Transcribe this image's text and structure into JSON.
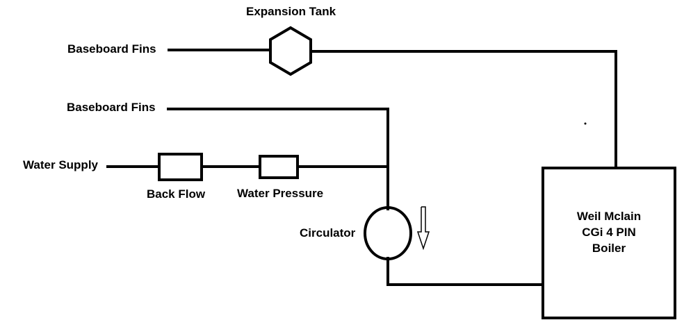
{
  "labels": {
    "expansion_tank": "Expansion Tank",
    "baseboard_fins_top": "Baseboard Fins",
    "baseboard_fins_bottom": "Baseboard Fins",
    "water_supply": "Water Supply",
    "back_flow": "Back Flow",
    "water_pressure": "Water Pressure",
    "circulator": "Circulator"
  },
  "boiler": {
    "line1": "Weil Mclain",
    "line2": "CGi 4 PIN",
    "line3": "Boiler"
  },
  "flow_direction": "down"
}
